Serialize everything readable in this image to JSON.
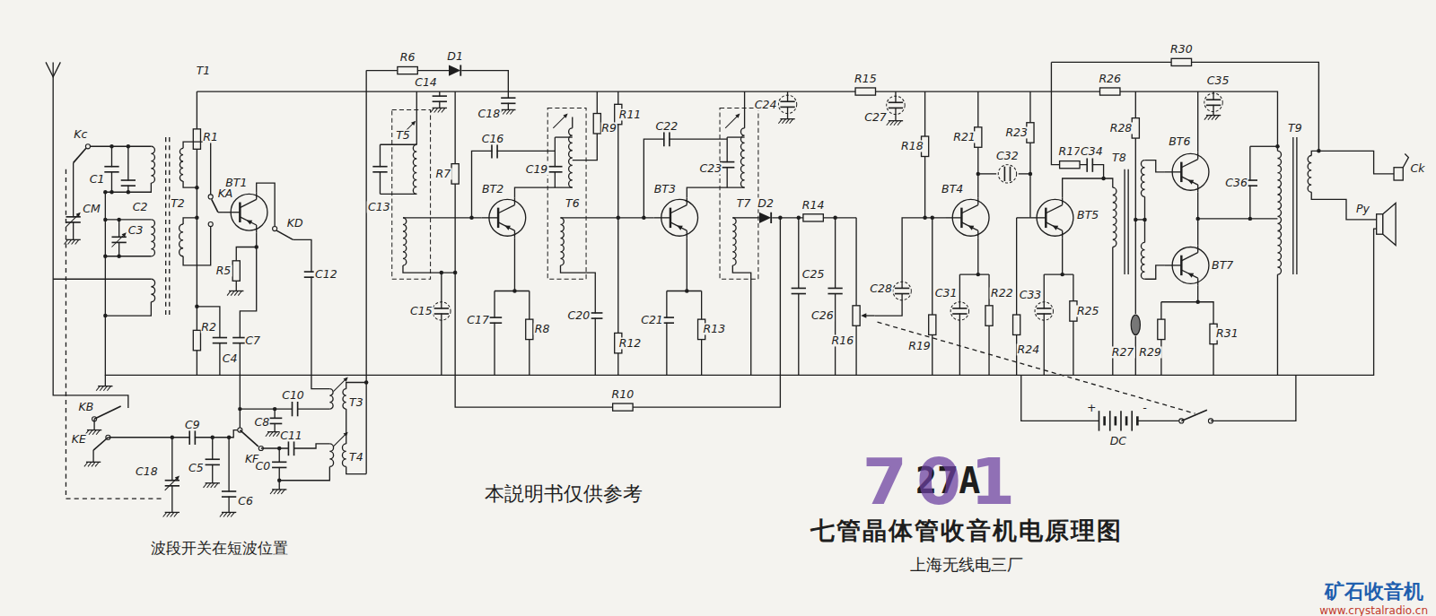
{
  "diagram": {
    "title": "七管晶体管收音机电原理图",
    "labels": [
      "T1",
      "R1",
      "Kc",
      "C1",
      "C2",
      "CM",
      "T2",
      "C3",
      "KA",
      "BT1",
      "KD",
      "R5",
      "C12",
      "R2",
      "C4",
      "C7",
      "C10",
      "T3",
      "C8",
      "C11",
      "T4",
      "KB",
      "KE",
      "C9",
      "C5",
      "KF",
      "C0",
      "C18",
      "C6",
      "T5",
      "C14",
      "C13",
      "R7",
      "C15",
      "R6",
      "D1",
      "C18",
      "C16",
      "BT2",
      "C19",
      "T6",
      "R9",
      "R11",
      "C17",
      "R8",
      "C20",
      "R12",
      "C22",
      "BT3",
      "C23",
      "T7",
      "C24",
      "C21",
      "R13",
      "D2",
      "R14",
      "R15",
      "C25",
      "C26",
      "R16",
      "R10",
      "C27",
      "R18",
      "C28",
      "R19",
      "BT4",
      "R21",
      "C31",
      "R22",
      "R24",
      "R23",
      "C32",
      "BT5",
      "R17",
      "C34",
      "C33",
      "R25",
      "T8",
      "R26",
      "R28",
      "R30",
      "BT6",
      "C35",
      "T9",
      "C36",
      "BT7",
      "R27",
      "R29",
      "R31",
      "Ck",
      "Py",
      "+",
      "DC",
      "-",
      "本説明书仅供参考",
      "波段开关在短波位置",
      "27A",
      "701",
      "上海无线电三厂",
      "矿石收音机",
      "www.crystalradio.cn"
    ]
  }
}
